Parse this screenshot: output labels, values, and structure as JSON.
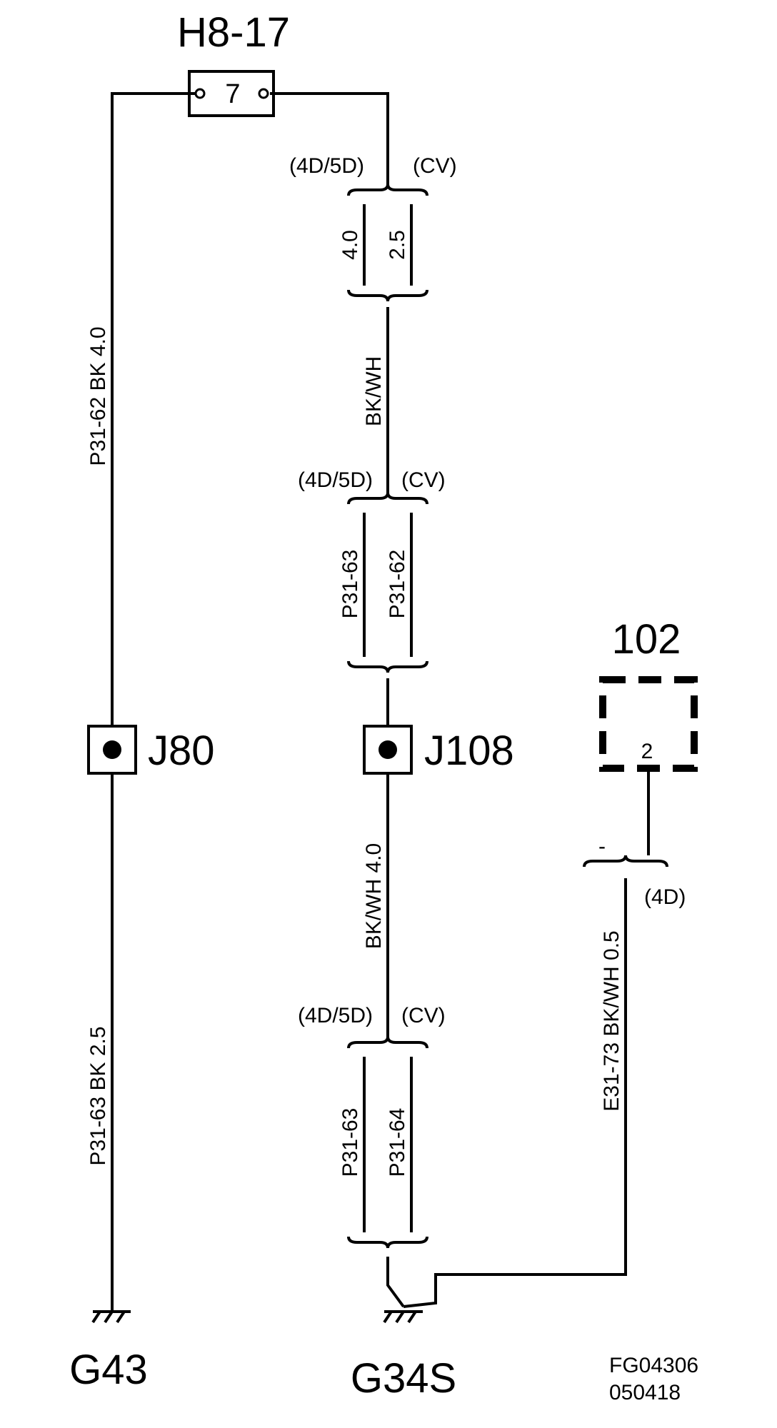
{
  "fuse": {
    "name": "H8-17",
    "number": "7"
  },
  "splice_labels": {
    "top_left": "(4D/5D)",
    "top_right": "(CV)",
    "mid_left": "(4D/5D)",
    "mid_right": "(CV)",
    "low_left": "(4D/5D)",
    "low_right": "(CV)"
  },
  "wires": {
    "left_upper": "P31-62  BK  4.0",
    "left_lower": "P31-63  BK  2.5",
    "top_a": "4.0",
    "top_b": "2.5",
    "center_upper": "BK/WH",
    "mid_a": "P31-63",
    "mid_b": "P31-62",
    "center_lower": "BK/WH  4.0",
    "low_a": "P31-63",
    "low_b": "P31-64",
    "right": "E31-73  BK/WH  0.5"
  },
  "junctions": {
    "j80": "J80",
    "j108": "J108"
  },
  "component": {
    "name": "102",
    "pin": "2",
    "dash": "-",
    "variant": "(4D)"
  },
  "grounds": {
    "g43": "G43",
    "g34s": "G34S"
  },
  "footer": {
    "code1": "FG04306",
    "code2": "050418"
  }
}
